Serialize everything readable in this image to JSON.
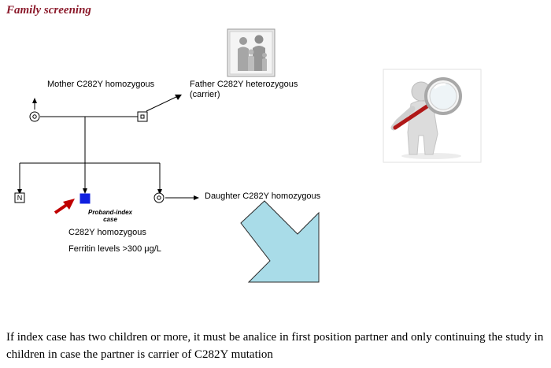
{
  "title": "Family screening",
  "pedigree": {
    "mother": {
      "label": "Mother  C282Y homozygous"
    },
    "father": {
      "label_line1": "Father  C282Y heterozygous",
      "label_line2": "(carrier)"
    },
    "child_n": {
      "symbol_text": "N"
    },
    "proband": {
      "caption_line1": "Proband-index",
      "caption_line2": "case",
      "genotype": "C282Y homozygous",
      "ferritin": "Ferritin levels >300 μg/L",
      "color": "#1020e0"
    },
    "daughter": {
      "label": "Daughter C282Y homozygous"
    }
  },
  "footer": {
    "text": "If index case has two children or more, it must be analice in first position partner and only continuing the study in children in case the partner is carrier of C282Y mutation"
  },
  "colors": {
    "title": "#8b1a2b",
    "pointer_arrow": "#c00000",
    "big_arrow_fill": "#a9dce8"
  }
}
